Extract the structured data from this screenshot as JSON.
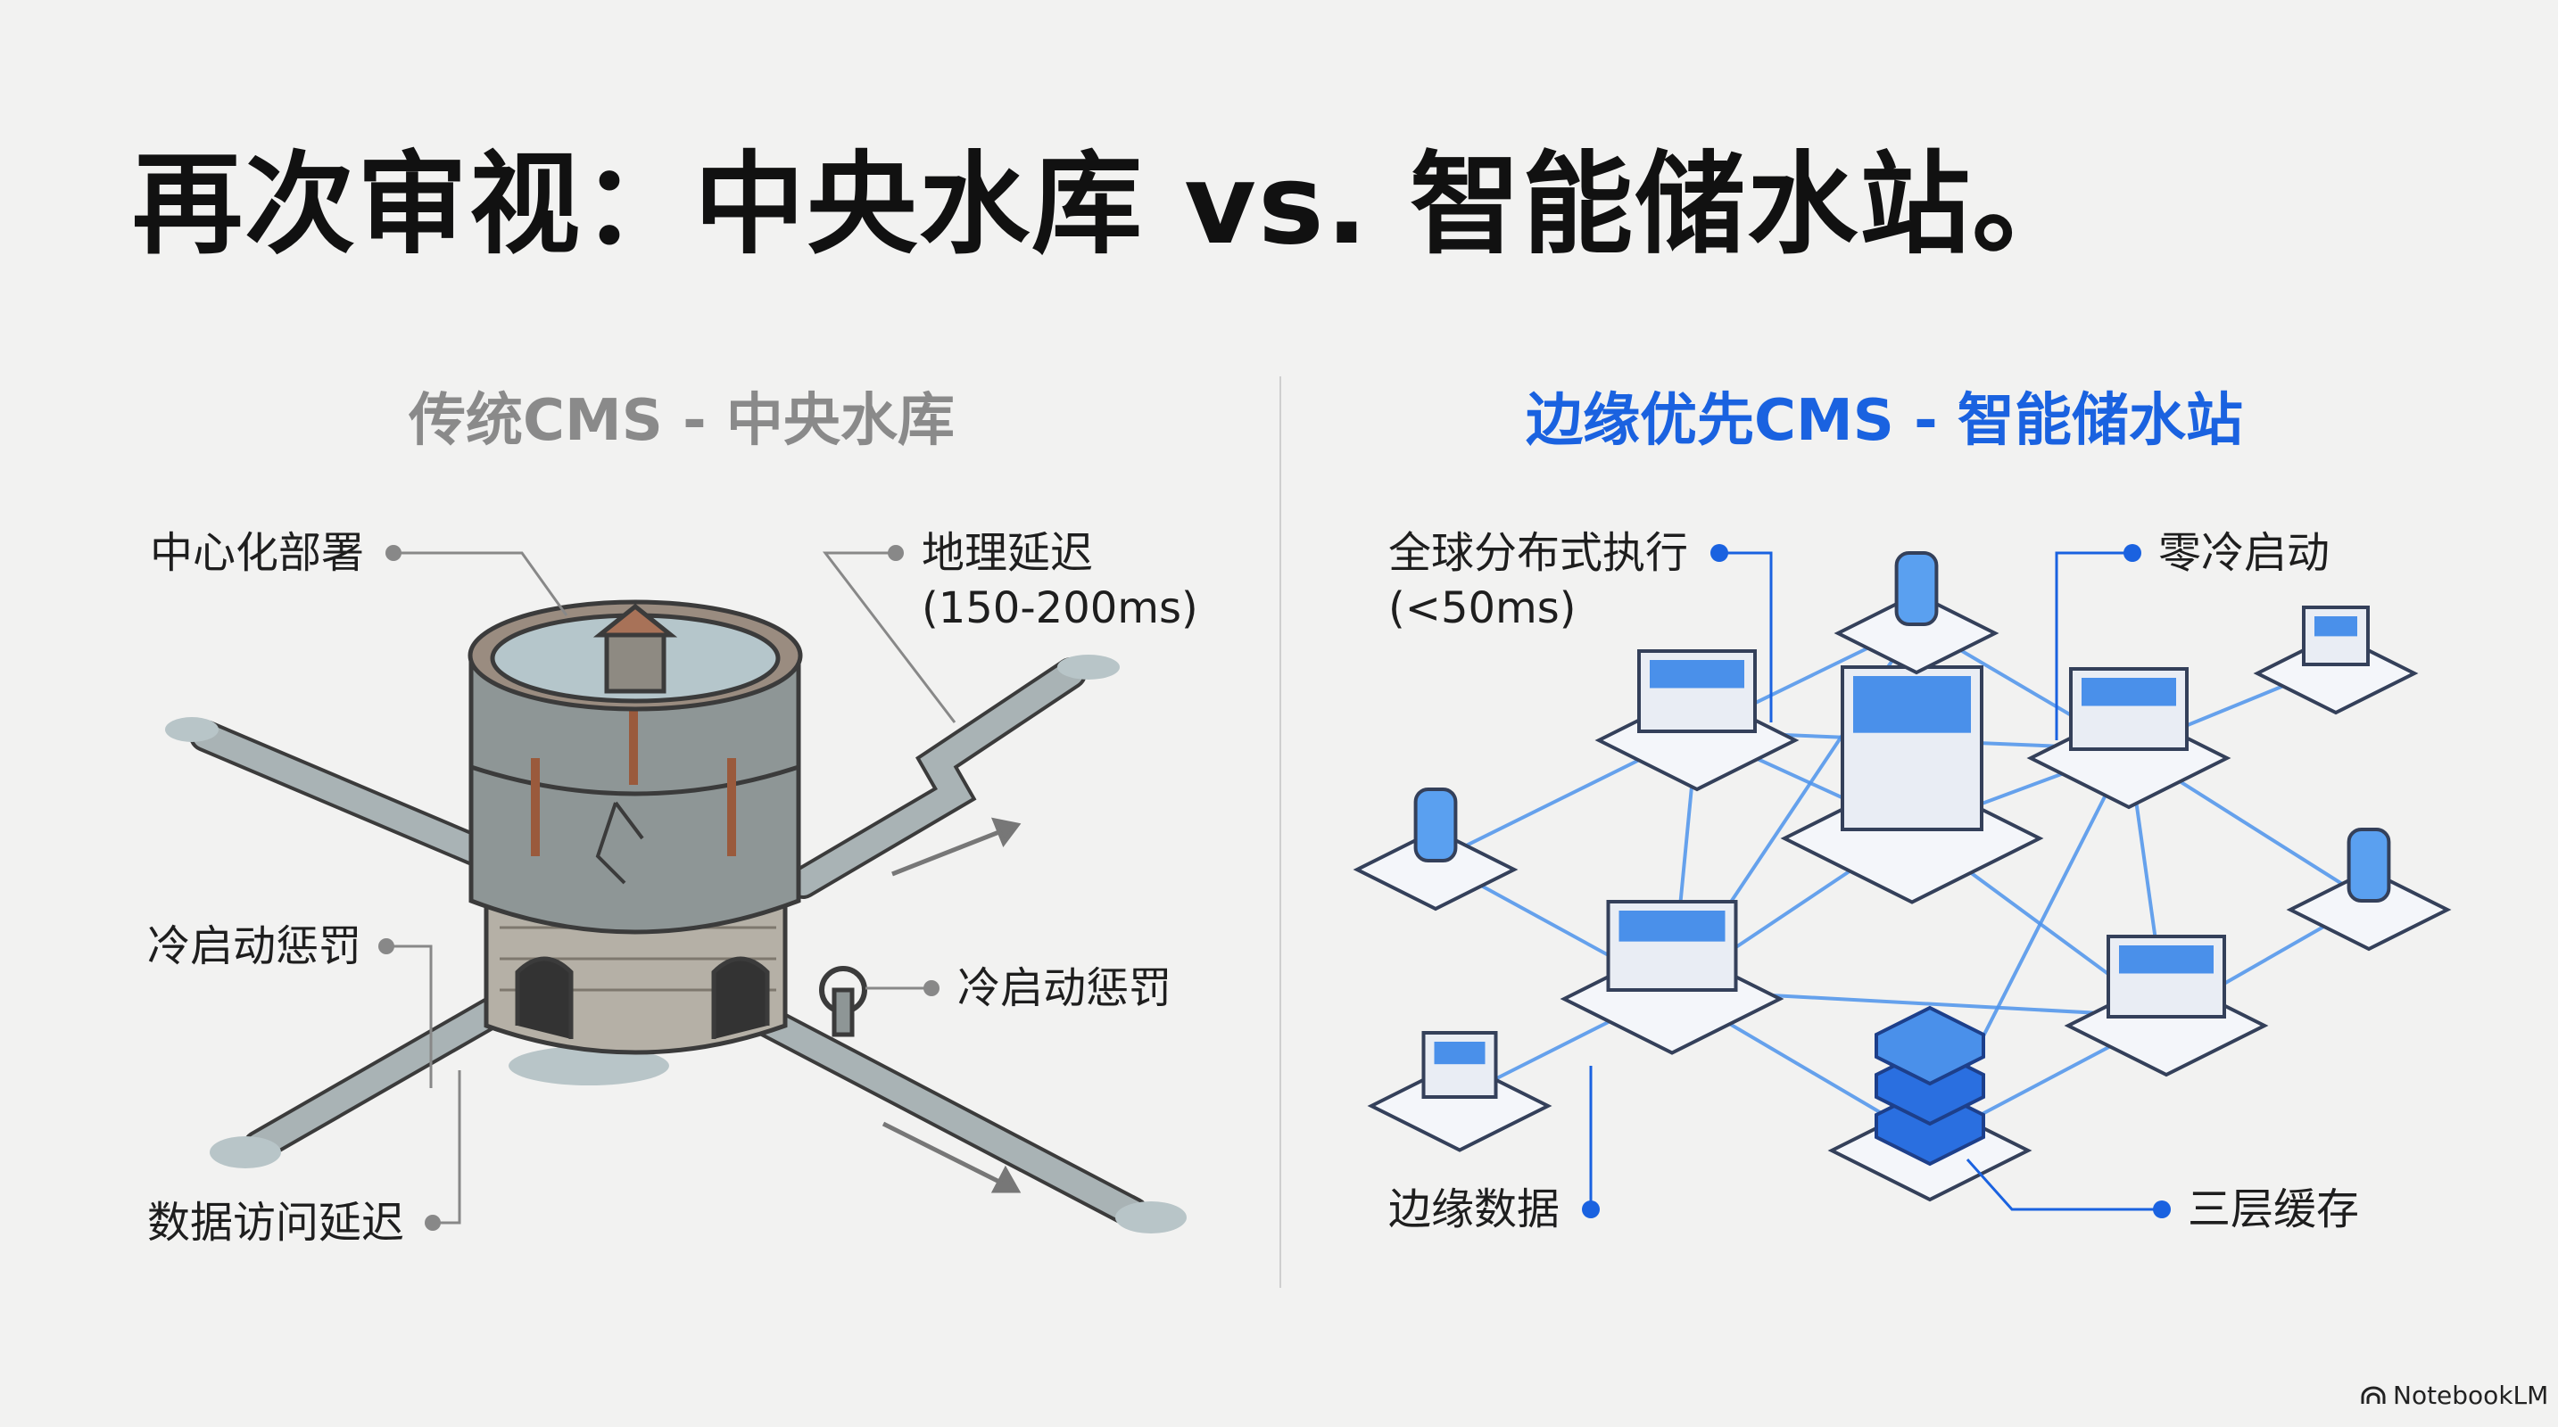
{
  "title": "再次审视：中央水库 vs. 智能储水站。",
  "left_panel": {
    "heading": "传统CMS - 中央水库",
    "labels": {
      "centralized": "中心化部署",
      "geo_latency": "地理延迟",
      "geo_latency_value": "(150-200ms)",
      "cold_start_left": "冷启动惩罚",
      "cold_start_right": "冷启动惩罚",
      "data_access": "数据访问延迟"
    }
  },
  "right_panel": {
    "heading": "边缘优先CMS - 智能储水站",
    "labels": {
      "global_exec": "全球分布式执行",
      "global_exec_value": "(<50ms)",
      "zero_cold": "零冷启动",
      "edge_data": "边缘数据",
      "tier_cache": "三层缓存"
    }
  },
  "brand": "NotebookLM",
  "colors": {
    "accent": "#1a62e0",
    "muted": "#8a8a8a",
    "rust": "#9a5a3c",
    "steel": "#8e9696"
  }
}
